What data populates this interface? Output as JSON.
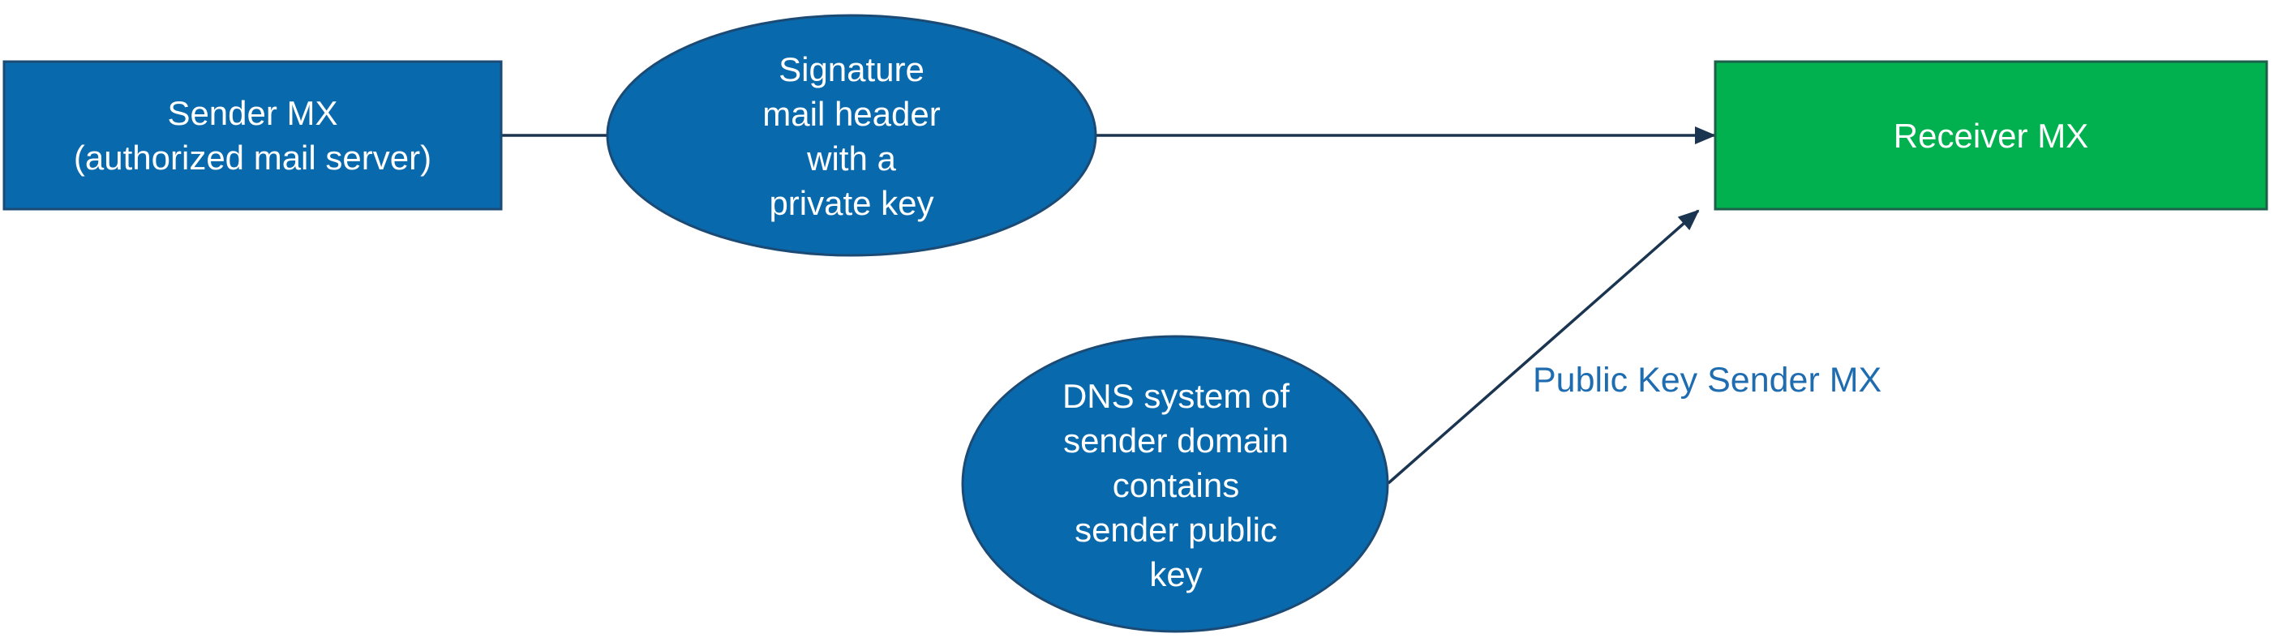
{
  "colors": {
    "node_blue": "#0969ad",
    "node_blue_border": "#1b4a74",
    "node_green": "#01b14f",
    "node_green_border": "#1d5f4a",
    "edge": "#1b3550",
    "edge_label": "#1f6db0",
    "node_text": "#ffffff"
  },
  "nodes": {
    "sender_mx": {
      "lines": [
        "Sender MX",
        "(authorized mail server)"
      ]
    },
    "signature": {
      "lines": [
        "Signature",
        "mail header",
        "with a",
        "private key"
      ]
    },
    "receiver_mx": {
      "lines": [
        "Receiver MX"
      ]
    },
    "dns_system": {
      "lines": [
        "DNS system of",
        "sender domain",
        "contains",
        "sender public",
        "key"
      ]
    }
  },
  "edges": {
    "public_key_label": "Public Key Sender MX"
  }
}
